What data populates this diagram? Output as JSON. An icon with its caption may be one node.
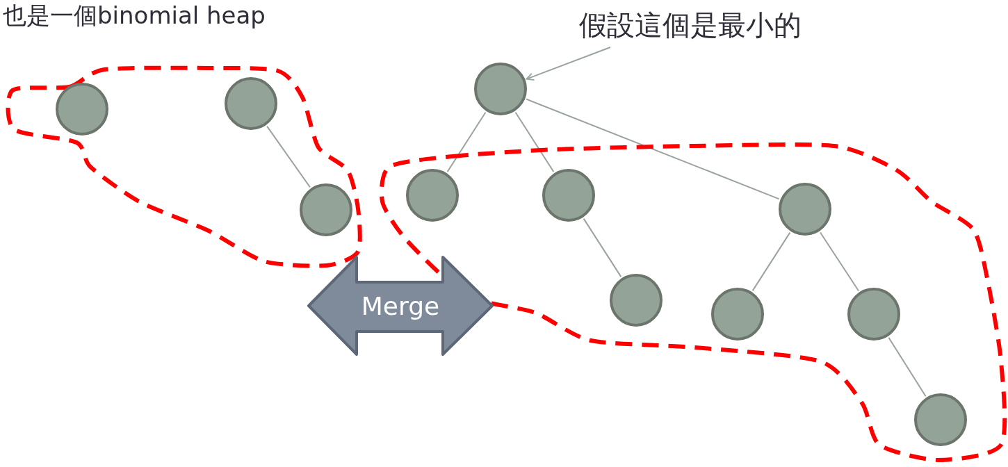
{
  "diagram": {
    "nodes": [
      {
        "text": [],
        "shape": "blob"
      },
      {
        "text": [],
        "shape": "circle",
        "in": 0
      },
      {
        "text": [],
        "shape": "circle",
        "in": 0
      },
      {
        "text": [],
        "shape": "circle",
        "in": 0
      },
      {
        "text": [
          "假設這個是最小的"
        ]
      },
      {
        "text": [],
        "shape": "circle"
      },
      {
        "text": [],
        "shape": "blob"
      },
      {
        "text": [],
        "shape": "circle",
        "in": 6
      },
      {
        "text": [],
        "shape": "circle",
        "in": 6
      },
      {
        "text": [],
        "shape": "circle",
        "in": 6
      },
      {
        "text": [],
        "shape": "circle",
        "in": 6
      },
      {
        "text": [],
        "shape": "circle",
        "in": 6
      },
      {
        "text": [],
        "shape": "circle",
        "in": 6
      },
      {
        "text": [],
        "shape": "circle",
        "in": 6
      },
      {
        "text": [
          "Merge"
        ]
      }
    ],
    "edges": [
      {
        "from": 2,
        "to": 3,
        "arrow": "none"
      },
      {
        "from": 4,
        "to": 5,
        "arrow": "to"
      },
      {
        "from": 5,
        "to": 7,
        "arrow": "none"
      },
      {
        "from": 5,
        "to": 8,
        "arrow": "none"
      },
      {
        "from": 5,
        "to": 10,
        "arrow": "none"
      },
      {
        "from": 8,
        "to": 9,
        "arrow": "none"
      },
      {
        "from": 10,
        "to": 11,
        "arrow": "none"
      },
      {
        "from": 10,
        "to": 12,
        "arrow": "none"
      },
      {
        "from": 12,
        "to": 13,
        "arrow": "none"
      }
    ],
    "labels": [
      "也是一個binomial heap"
    ]
  }
}
